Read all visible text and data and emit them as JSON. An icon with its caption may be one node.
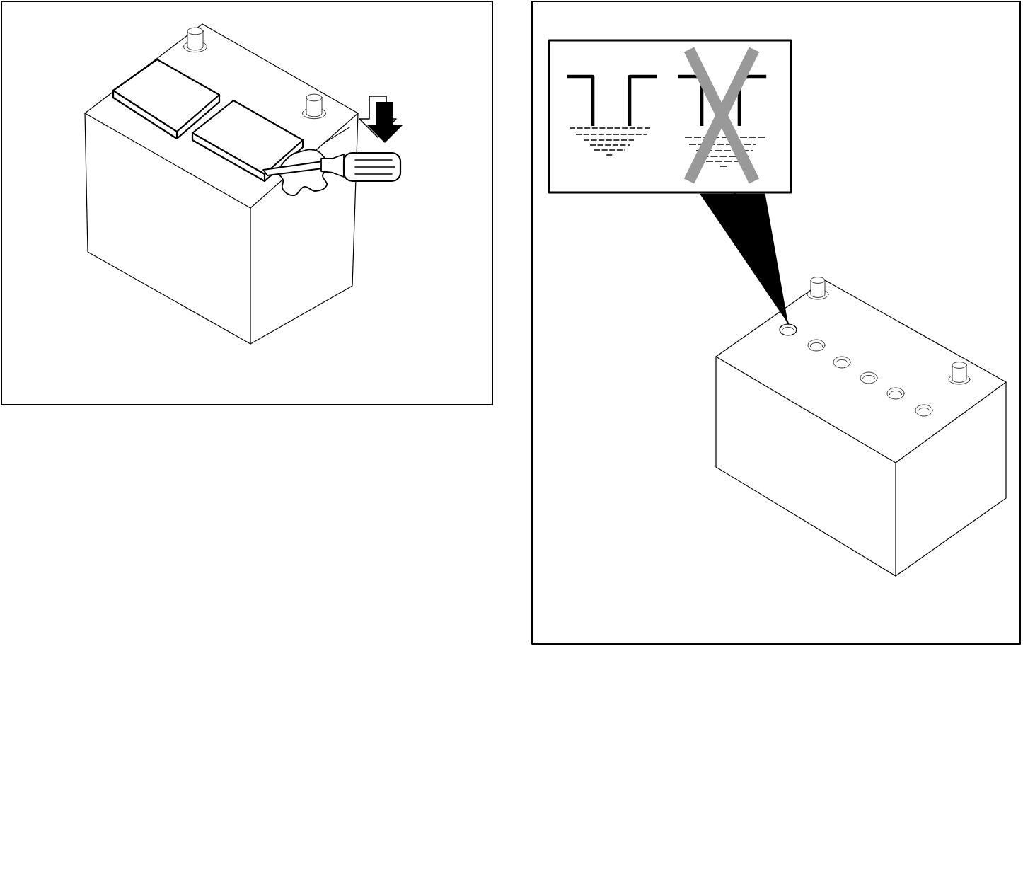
{
  "diagram": {
    "nodes": [
      {
        "text": [],
        "shape": "picture"
      },
      {
        "text": [],
        "shape": "circle"
      }
    ],
    "edges": [
      {
        "from": 0,
        "to": 1,
        "arrow": "none"
      }
    ]
  }
}
